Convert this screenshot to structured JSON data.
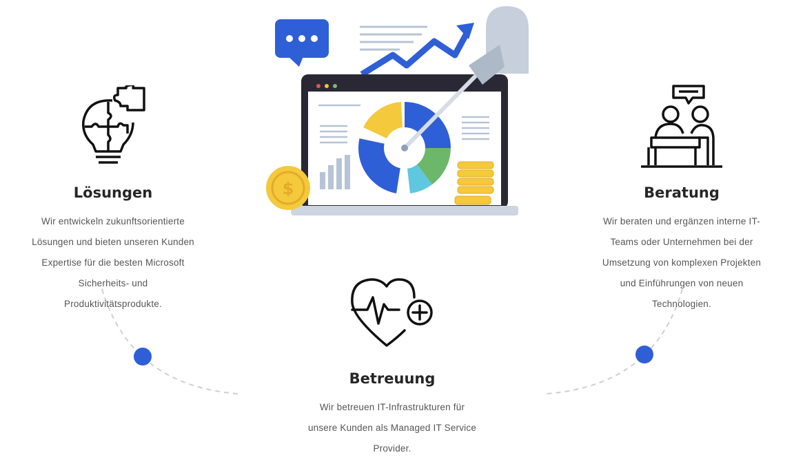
{
  "colors": {
    "accent": "#2f5fd6",
    "heading": "#262626",
    "body_text": "#555555",
    "dashed_curve": "#cccccc"
  },
  "services": {
    "loesungen": {
      "title": "Lösungen",
      "icon": "lightbulb-puzzle-icon",
      "lines": [
        "Wir entwickeln zukunftsorientierte",
        "Lösungen und bieten unseren Kunden",
        "Expertise für die besten Microsoft",
        "Sicherheits- und",
        "Produktivitätsprodukte."
      ]
    },
    "beratung": {
      "title": "Beratung",
      "icon": "consulting-people-desk-icon",
      "lines": [
        "Wir beraten und ergänzen interne IT-",
        "Teams oder Unternehmen bei der",
        "Umsetzung von komplexen Projekten",
        "und Einführungen von neuen",
        "Technologien."
      ]
    },
    "betreuung": {
      "title": "Betreuung",
      "icon": "heart-pulse-plus-icon",
      "lines": [
        "Wir betreuen IT-Infrastrukturen für",
        "unsere Kunden als Managed IT Service",
        "Provider."
      ]
    }
  },
  "hero": {
    "illustration": "laptop-analytics-illustration",
    "coin_symbol": "$"
  }
}
